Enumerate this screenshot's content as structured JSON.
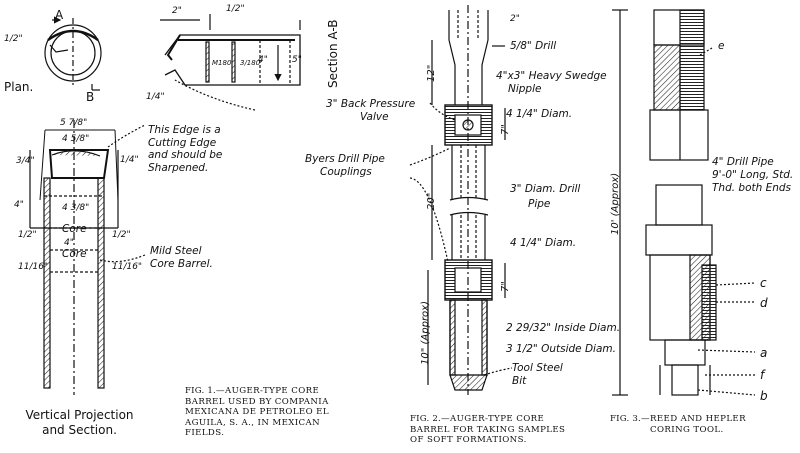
{
  "fig1": {
    "plan_label": "Plan.",
    "section_a": "A",
    "section_b": "B",
    "section_label": "Section A-B",
    "edge_note": [
      "This Edge is a",
      "Cutting Edge",
      "and should be",
      "Sharpened."
    ],
    "core_label_1": "Core",
    "core_label_2": "Core",
    "barrel_note": [
      "Mild Steel",
      "Core Barrel."
    ],
    "view_label": [
      "Vertical Projection",
      "and Section."
    ],
    "dims": [
      "1/2\"",
      "2\"",
      "1/2\"",
      "4\"",
      "5\"",
      "M180",
      "3/180",
      "1/4\"",
      "5 7/8\"",
      "4 5/8\"",
      "3/4\"",
      "1/4\"",
      "4\"",
      "4 3/8\"",
      "1/2\"",
      "1/2\"",
      "11/16\"",
      "4\"",
      "11/16\""
    ],
    "caption": {
      "fig": "Fig. 1.",
      "text": [
        "—Auger-type core",
        "barrel used by Compania",
        "Mexicana de Petroleo El",
        "Aguila, S. A., in Mexican",
        "fields."
      ]
    }
  },
  "fig2": {
    "labels": {
      "drill": "5/8\" Drill",
      "swedge": "4\"x3\" Heavy Swedge",
      "nipple": "Nipple",
      "back_pressure": "3\" Back Pressure",
      "valve": "Valve",
      "diam_top": "4 1/4\" Diam.",
      "byers": "Byers Drill Pipe",
      "couplings": "Couplings",
      "drill_pipe_1": "3\" Diam. Drill",
      "drill_pipe_2": "Pipe",
      "diam_mid": "4 1/4\" Diam.",
      "inside": "2 29/32\" Inside Diam.",
      "outside": "3 1/2\" Outside Diam.",
      "bit_1": "Tool Steel",
      "bit_2": "Bit"
    },
    "dims": [
      "2\"",
      "12\"",
      "7\"",
      "20\"",
      "7\"",
      "10\" (Approx)"
    ],
    "caption": {
      "fig": "Fig. 2.",
      "text": [
        "—Auger-type core",
        "barrel for taking samples",
        "of soft formations."
      ]
    }
  },
  "fig3": {
    "labels": {
      "e": "e",
      "pipe_1": "4\" Drill Pipe",
      "pipe_2": "9'-0\" Long, Std.",
      "pipe_3": "Thd. both Ends",
      "c": "c",
      "d": "d",
      "a": "a",
      "f": "f",
      "b": "b"
    },
    "dims": [
      "10' (Approx)"
    ],
    "caption": {
      "fig": "Fig. 3.",
      "text": [
        "—Reed and Hepler",
        "coring tool."
      ]
    }
  }
}
